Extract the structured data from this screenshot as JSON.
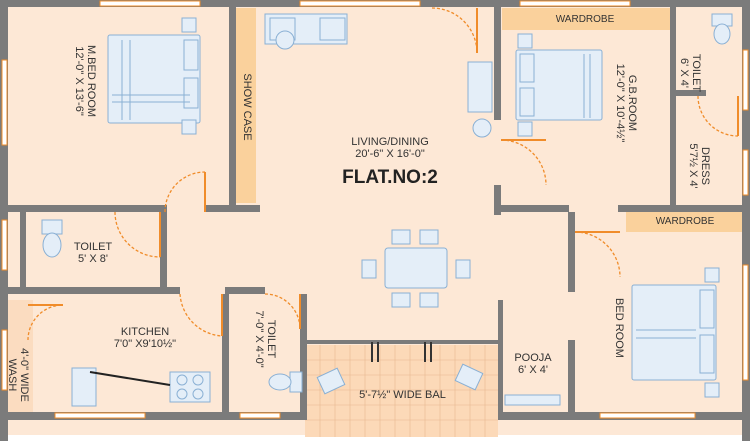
{
  "plan": {
    "title": "FLAT.NO:2",
    "rooms": {
      "master_bed": {
        "name": "M.BED ROOM",
        "size": "12'-0\" X 13'-6\""
      },
      "living": {
        "name": "LIVING/DINING",
        "size": "20'-6\" X 16'-0\""
      },
      "guest_bed": {
        "name": "G.B.ROOM",
        "size": "12'-0\" X 10'-4½\""
      },
      "toilet_top_right": {
        "name": "TOILET",
        "size": "6' X 4'"
      },
      "dress": {
        "name": "DRESS",
        "size": "5'7½ X 4'"
      },
      "toilet_left": {
        "name": "TOILET",
        "size": "5' X 8'"
      },
      "kitchen": {
        "name": "KITCHEN",
        "size": "7'0\" X9'10½\""
      },
      "toilet_small": {
        "name": "TOILET",
        "size": "7'-0\" X 4'-0\""
      },
      "wash": {
        "name": "WASH",
        "size": "4'-0\" WIDE"
      },
      "balcony": {
        "name": "5'-7½\" WIDE BAL"
      },
      "pooja": {
        "name": "POOJA",
        "size": "6' X 4'"
      },
      "bed_room": {
        "name": "BED ROOM"
      }
    },
    "labels": {
      "show_case": "SHOW CASE",
      "wardrobe_top": "WARDROBE",
      "wardrobe_right": "WARDROBE"
    },
    "colors": {
      "floor": "#fde8d6",
      "wall": "#7b7b7b",
      "wardrobe": "#fad19c",
      "furniture": "#e4eef8",
      "furniture_stroke": "#8ab0d4",
      "door": "#f08c2a"
    }
  }
}
